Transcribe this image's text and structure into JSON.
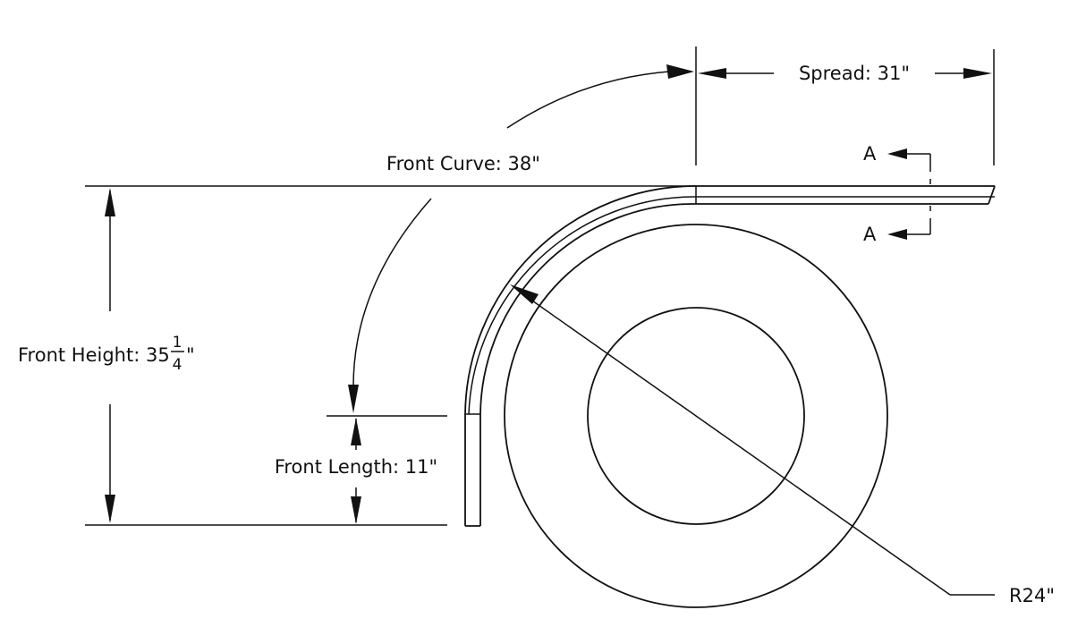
{
  "labels": {
    "spread": "Spread: 31\"",
    "front_curve": "Front Curve: 38\"",
    "front_height_prefix": "Front Height: 35",
    "front_height_frac_num": "1",
    "front_height_frac_den": "4",
    "front_height_suffix": "\"",
    "front_length": "Front Length: 11\"",
    "radius": "R24\"",
    "section_a_top": "A",
    "section_a_bottom": "A"
  },
  "colors": {
    "line": "#111111",
    "background": "#ffffff"
  }
}
